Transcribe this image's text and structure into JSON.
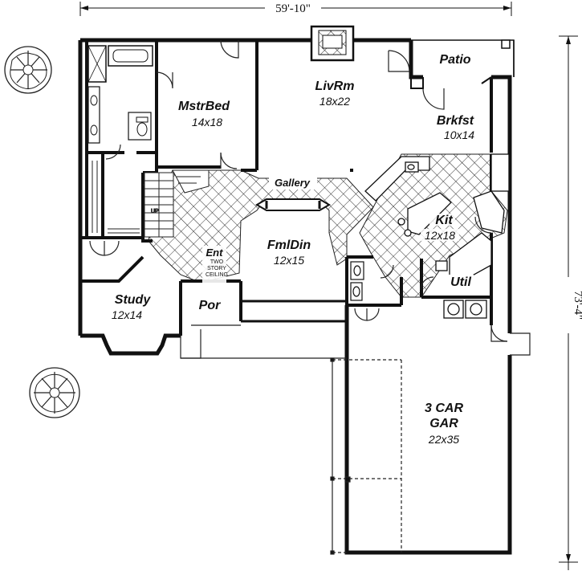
{
  "dimensions": {
    "width": "59'-10\"",
    "depth": "73'-4\""
  },
  "rooms": {
    "patio": {
      "name": "Patio"
    },
    "livrm": {
      "name": "LivRm",
      "size": "18x22"
    },
    "brkfst": {
      "name": "Brkfst",
      "size": "10x14"
    },
    "mstrbed": {
      "name": "MstrBed",
      "size": "14x18"
    },
    "gallery": {
      "name": "Gallery"
    },
    "kit": {
      "name": "Kit",
      "size": "12x18"
    },
    "fmldin": {
      "name": "FmlDin",
      "size": "12x15"
    },
    "ent": {
      "name": "Ent",
      "note": [
        "TWO",
        "STORY",
        "CEILING"
      ]
    },
    "util": {
      "name": "Util"
    },
    "study": {
      "name": "Study",
      "size": "12x14"
    },
    "por": {
      "name": "Por"
    },
    "garage": {
      "name": "3 CAR",
      "name2": "GAR",
      "size": "22x35"
    },
    "stair": {
      "note": "UP"
    }
  }
}
